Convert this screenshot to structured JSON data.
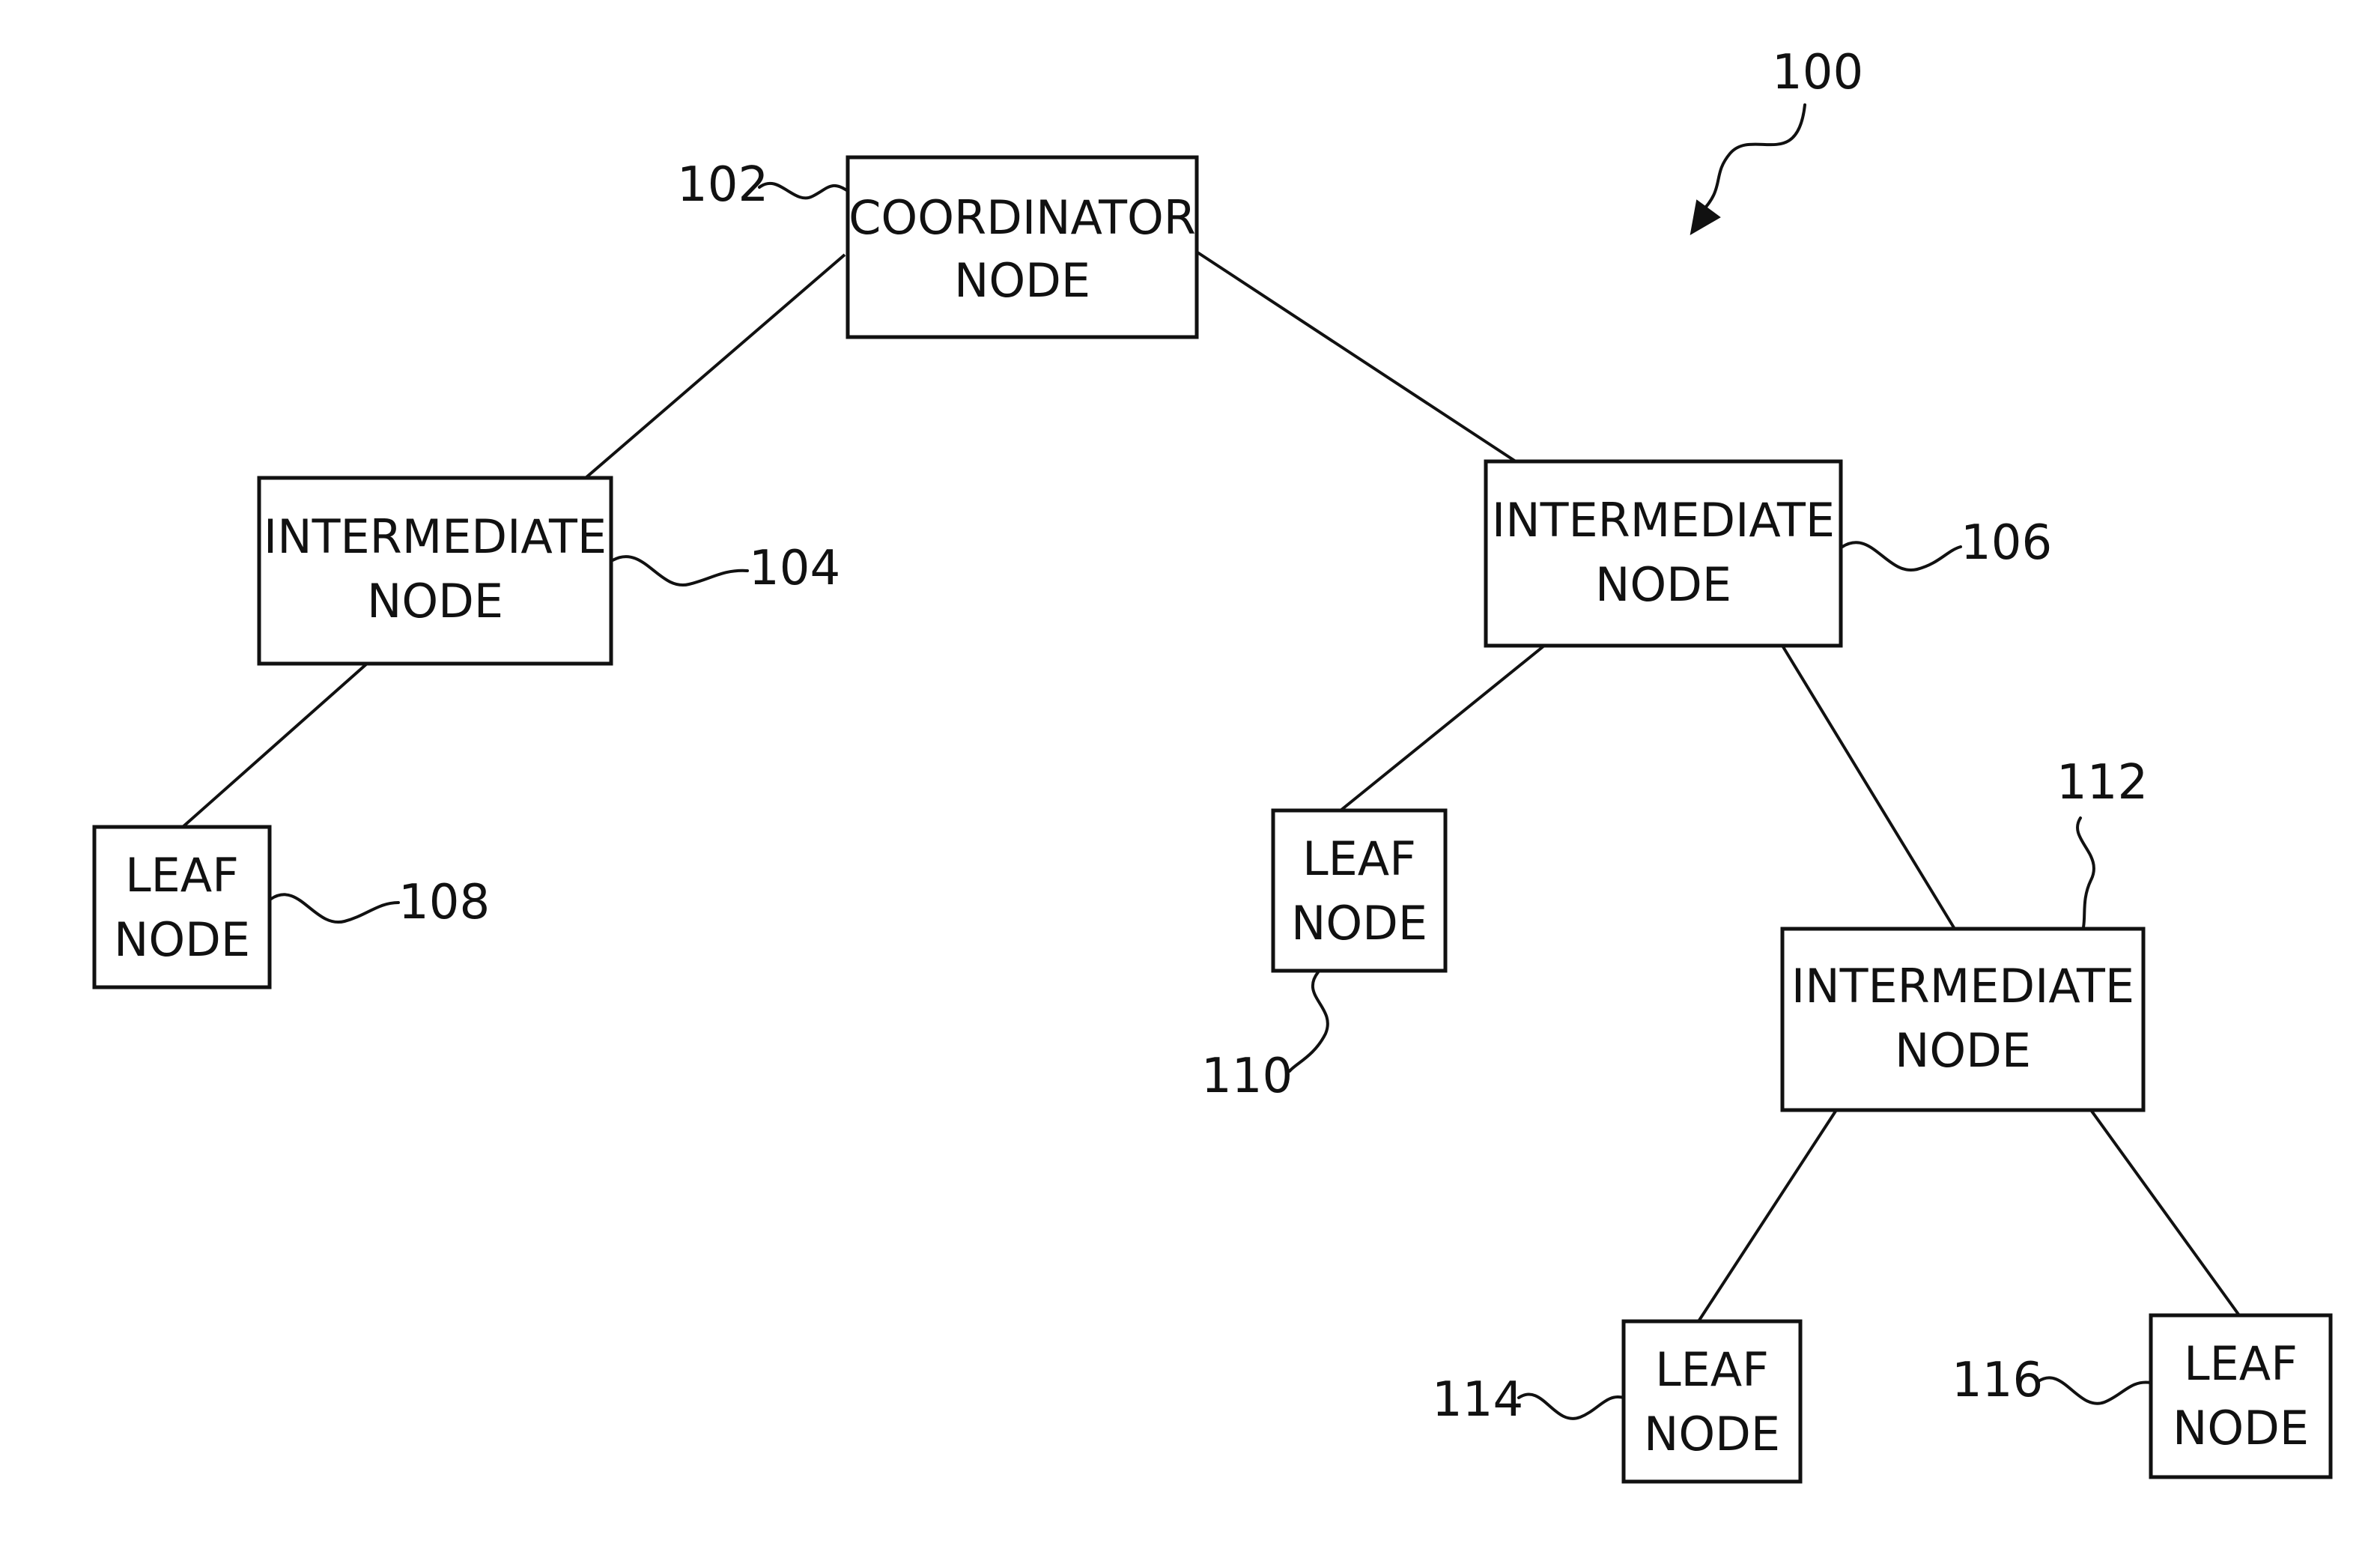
{
  "figure": {
    "ref": "100"
  },
  "nodes": [
    {
      "id": "coordinator",
      "ref": "102",
      "line1": "COORDINATOR",
      "line2": "NODE"
    },
    {
      "id": "intermediate-a",
      "ref": "104",
      "line1": "INTERMEDIATE",
      "line2": "NODE"
    },
    {
      "id": "intermediate-b",
      "ref": "106",
      "line1": "INTERMEDIATE",
      "line2": "NODE"
    },
    {
      "id": "leaf-a",
      "ref": "108",
      "line1": "LEAF",
      "line2": "NODE"
    },
    {
      "id": "leaf-b",
      "ref": "110",
      "line1": "LEAF",
      "line2": "NODE"
    },
    {
      "id": "intermediate-c",
      "ref": "112",
      "line1": "INTERMEDIATE",
      "line2": "NODE"
    },
    {
      "id": "leaf-c",
      "ref": "114",
      "line1": "LEAF",
      "line2": "NODE"
    },
    {
      "id": "leaf-d",
      "ref": "116",
      "line1": "LEAF",
      "line2": "NODE"
    }
  ],
  "edges": [
    {
      "from": "102",
      "to": "104"
    },
    {
      "from": "102",
      "to": "106"
    },
    {
      "from": "104",
      "to": "108"
    },
    {
      "from": "106",
      "to": "110"
    },
    {
      "from": "106",
      "to": "112"
    },
    {
      "from": "112",
      "to": "114"
    },
    {
      "from": "112",
      "to": "116"
    }
  ]
}
